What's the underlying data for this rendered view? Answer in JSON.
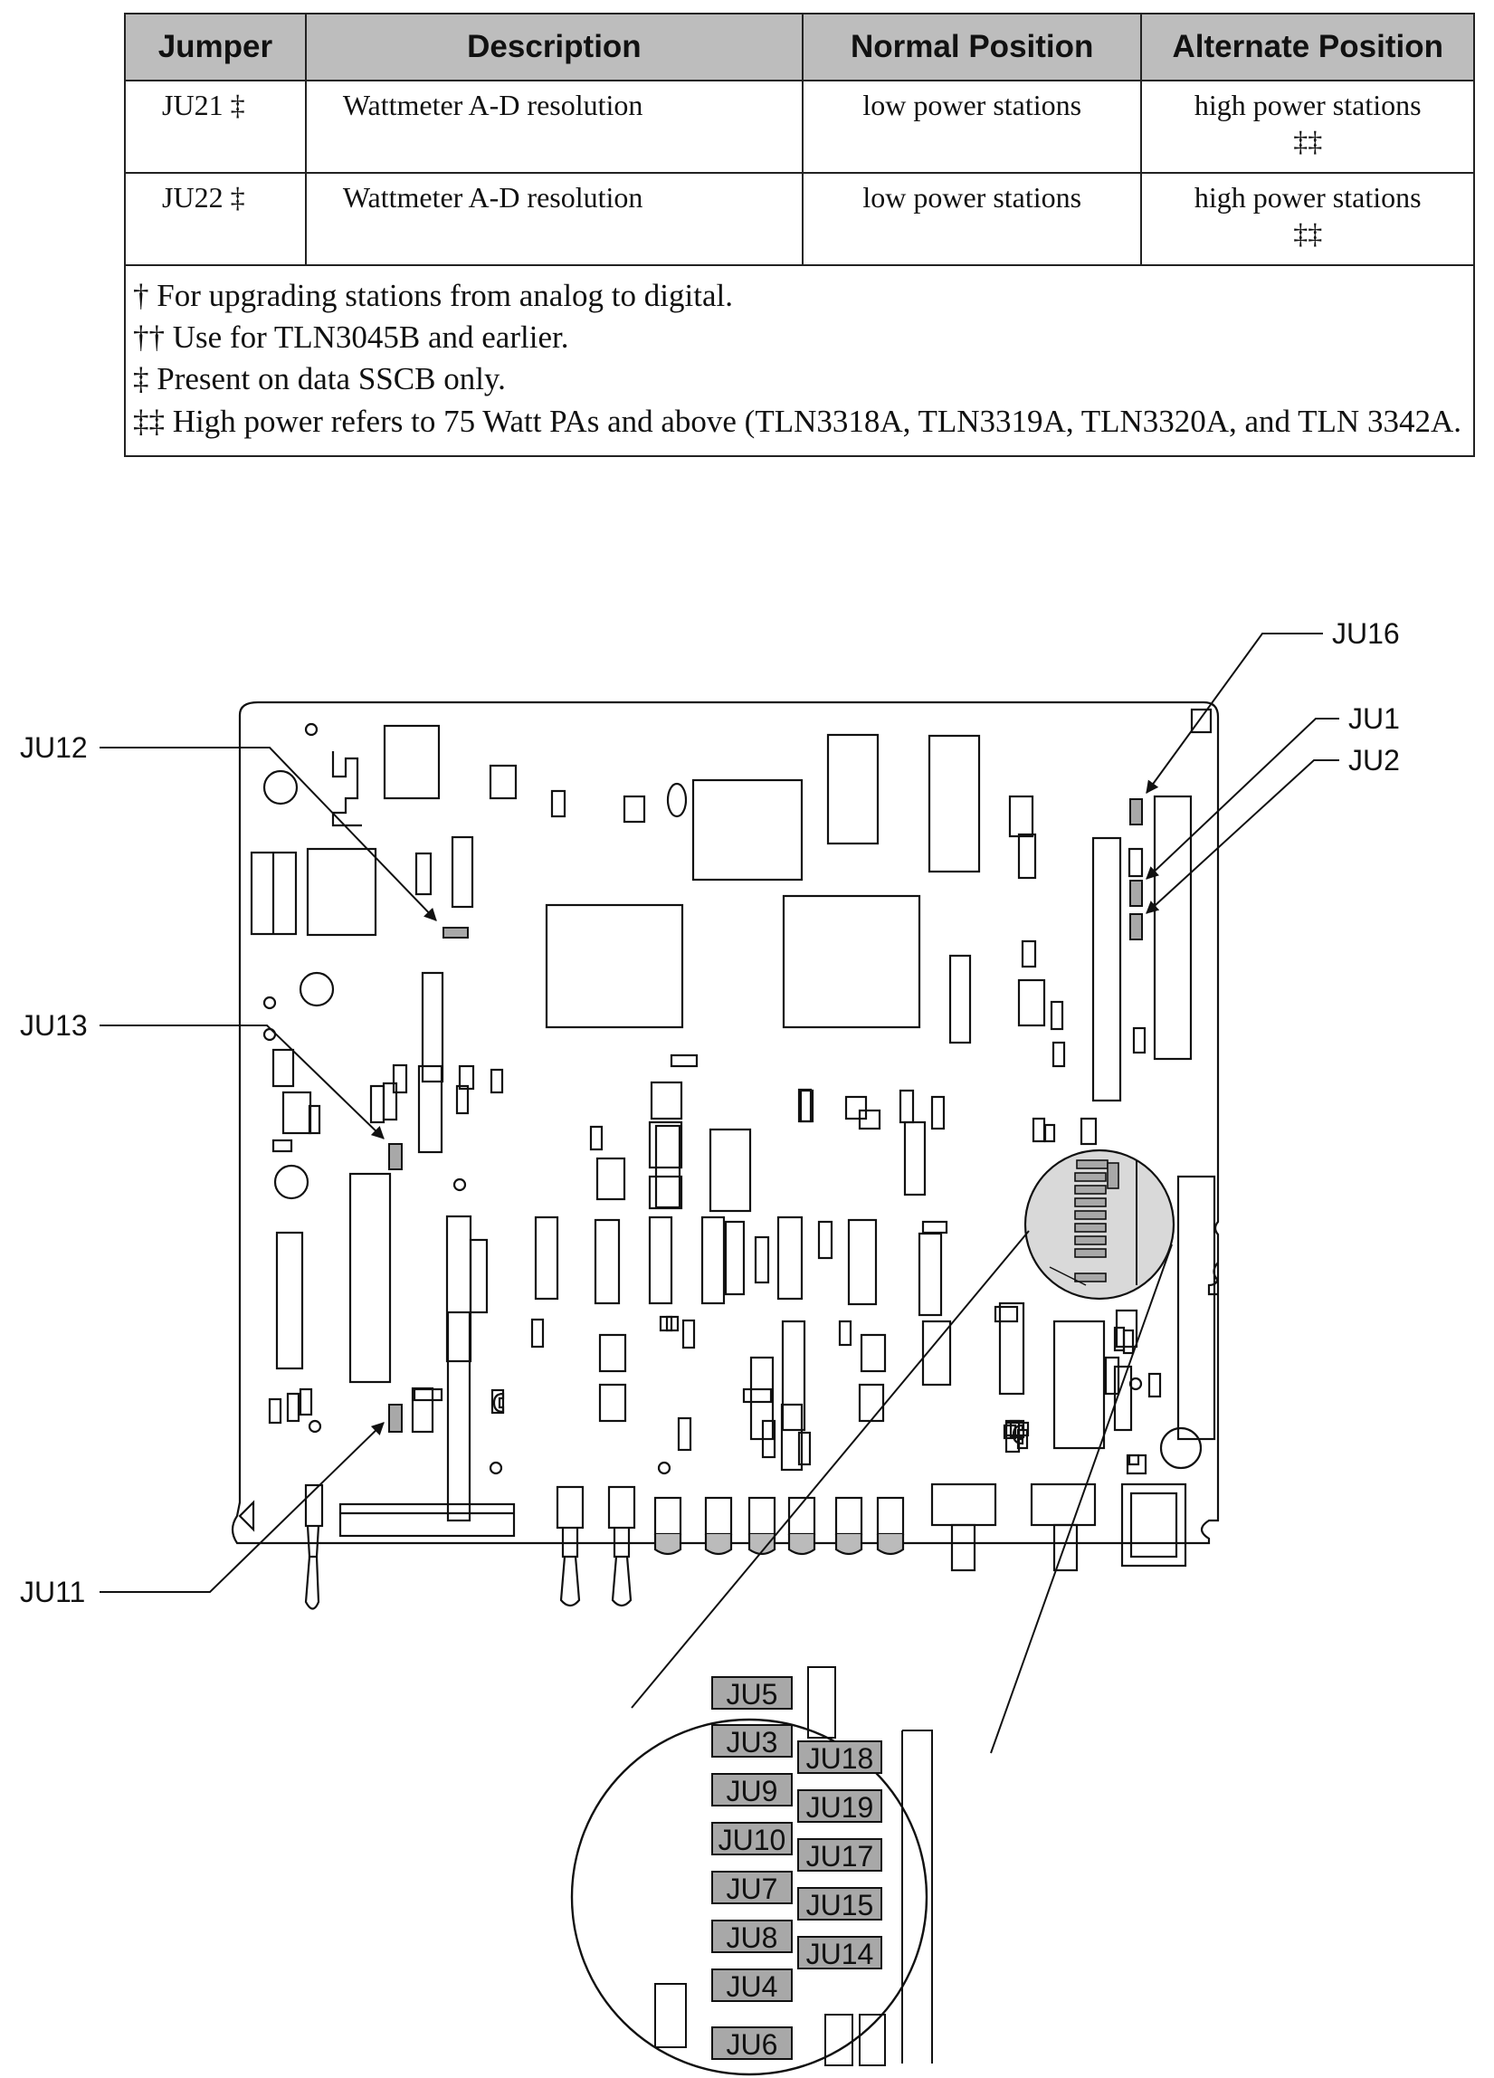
{
  "table": {
    "headers": [
      "Jumper",
      "Description",
      "Normal Position",
      "Alternate Position"
    ],
    "rows": [
      {
        "jumper": "JU21 ‡",
        "description": "Wattmeter A-D resolution",
        "normal": "low power stations",
        "alternate_line1": "high power stations",
        "alternate_line2": "‡‡"
      },
      {
        "jumper": "JU22 ‡",
        "description": "Wattmeter A-D resolution",
        "normal": "low power stations",
        "alternate_line1": "high power stations",
        "alternate_line2": "‡‡"
      }
    ],
    "notes": [
      "† For upgrading stations from analog to digital.",
      "†† Use for TLN3045B and earlier.",
      "‡ Present on data SSCB only.",
      "‡‡ High power refers to 75 Watt PAs and above (TLN3318A, TLN3319A, TLN3320A, and TLN 3342A."
    ]
  },
  "diagram": {
    "callouts": {
      "ju16": "JU16",
      "ju1": "JU1",
      "ju2": "JU2",
      "ju12": "JU12",
      "ju13": "JU13",
      "ju11": "JU11"
    },
    "detail_jumpers_left": [
      "JU5",
      "JU3",
      "JU9",
      "JU10",
      "JU7",
      "JU8",
      "JU4",
      "JU6"
    ],
    "detail_jumpers_right": [
      "JU18",
      "JU19",
      "JU17",
      "JU15",
      "JU14"
    ],
    "colors": {
      "jumper_fill": "#a8a8a8",
      "line": "#111111",
      "header_fill": "#bdbdbd"
    }
  }
}
